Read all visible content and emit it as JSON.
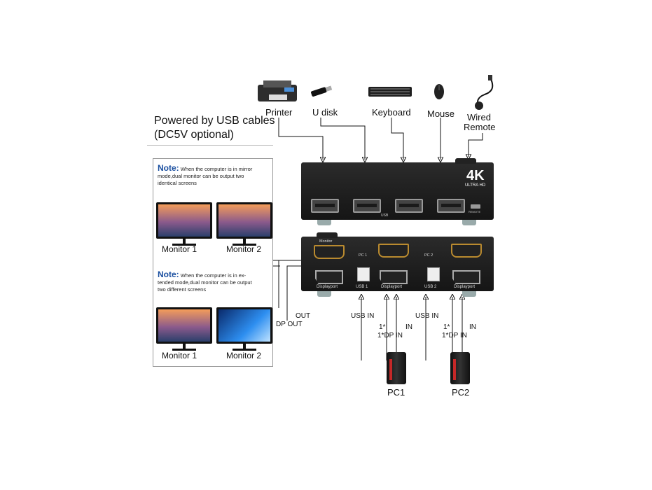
{
  "headline": {
    "line1": "Powered by USB cables",
    "line2": "(DC5V optional)"
  },
  "peripherals": {
    "printer": "Printer",
    "udisk": "U disk",
    "keyboard": "Keyboard",
    "mouse": "Mouse",
    "wired_remote_line1": "Wired",
    "wired_remote_line2": "Remote"
  },
  "kvm_top": {
    "badge_main": "4K",
    "badge_sub": "ULTRA HD",
    "usb_label": "USB",
    "remote_port_label": "REMOTE"
  },
  "kvm_back": {
    "monitor_label": "Monitor",
    "pc1_label": "PC 1",
    "pc2_label": "PC 2",
    "usb1_label": "USB 1",
    "usb2_label": "USB 2",
    "dp_label": "Displayport"
  },
  "notes": {
    "note1_prefix": "Note:",
    "note1_text1": "When the computer is in mirror",
    "note1_text2": "mode,dual monitor can be output two",
    "note1_text3": "identical screens",
    "note2_prefix": "Note:",
    "note2_text1": "When the computer is in ex-",
    "note2_text2": "tended mode,dual monitor can be output",
    "note2_text3": "two different screens",
    "monitor1": "Monitor 1",
    "monitor2": "Monitor 2",
    "monitor1b": "Monitor 1",
    "monitor2b": "Monitor 2"
  },
  "outputs": {
    "out": "OUT",
    "dp_out": "DP OUT"
  },
  "pc1": {
    "usb_in": "USB IN",
    "hdmi_prefix": "1*",
    "in": "IN",
    "dp_in": "1*DP IN",
    "name": "PC1"
  },
  "pc2": {
    "usb_in": "USB IN",
    "hdmi_prefix": "1*",
    "in": "IN",
    "dp_in": "1*DP IN",
    "name": "PC2"
  },
  "colors": {
    "note_blue": "#1a4fa0",
    "accent_red": "#c62828",
    "hdmi_gold": "#b98a2f"
  }
}
